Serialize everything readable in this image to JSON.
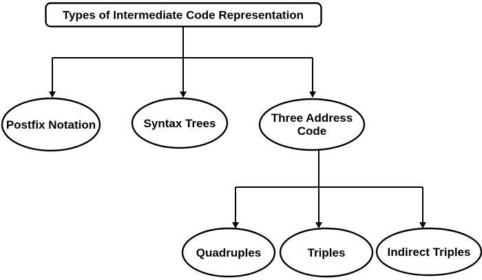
{
  "diagram": {
    "root": {
      "label": "Types of Intermediate Code Representation"
    },
    "level1": [
      {
        "label": "Postfix Notation"
      },
      {
        "label": "Syntax Trees"
      },
      {
        "label_line1": "Three Address",
        "label_line2": "Code"
      }
    ],
    "level2": [
      {
        "label": "Quadruples"
      },
      {
        "label": "Triples"
      },
      {
        "label": "Indirect Triples"
      }
    ],
    "colors": {
      "stroke": "#000000",
      "shape_fill": "#ffffff",
      "text": "#000000",
      "background": "#ffffff"
    }
  }
}
